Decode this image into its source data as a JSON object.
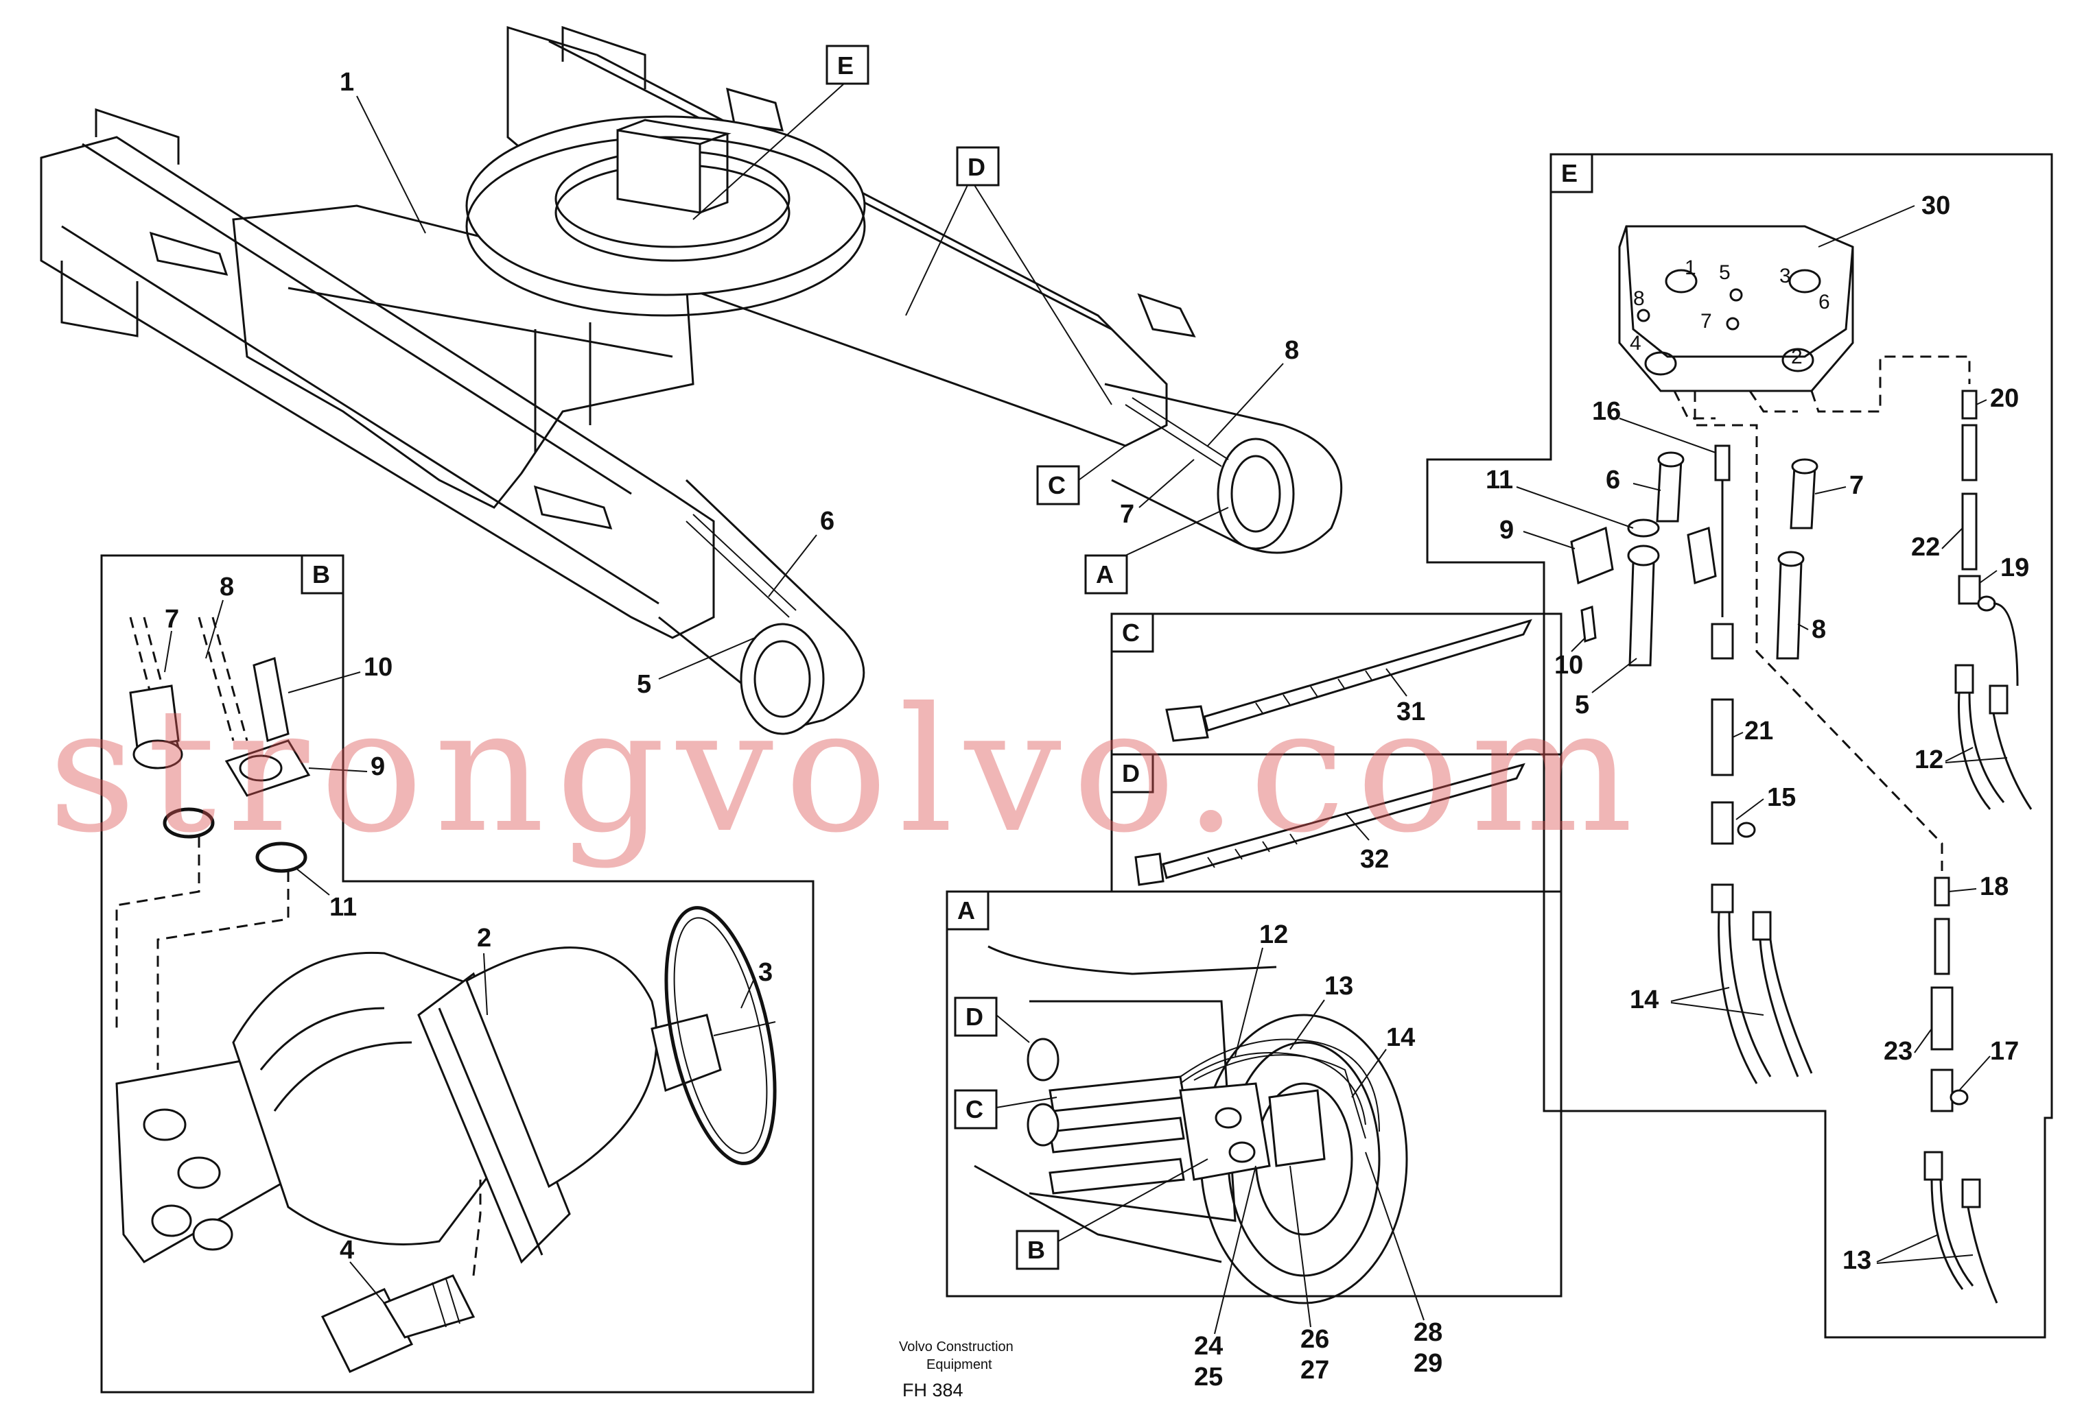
{
  "document": {
    "footer": {
      "company_line1": "Volvo Construction",
      "company_line2": "Equipment",
      "figure_code": "FH 384"
    },
    "watermark": "strongvolvo.com"
  },
  "views": {
    "A": "A",
    "B": "B",
    "C": "C",
    "D": "D",
    "E": "E"
  },
  "callouts": {
    "n1": "1",
    "n2": "2",
    "n3": "3",
    "n4": "4",
    "n5": "5",
    "n6": "6",
    "n7": "7",
    "n8": "8",
    "n9": "9",
    "n10": "10",
    "n11": "11",
    "n12": "12",
    "n13": "13",
    "n14": "14",
    "n15": "15",
    "n16": "16",
    "n17": "17",
    "n18": "18",
    "n19": "19",
    "n20": "20",
    "n21": "21",
    "n22": "22",
    "n23": "23",
    "n24": "24",
    "n25": "25",
    "n26": "26",
    "n27": "27",
    "n28": "28",
    "n29": "29",
    "n30": "30",
    "n31": "31",
    "n32": "32"
  },
  "block_ports": {
    "p1": "1",
    "p2": "2",
    "p3": "3",
    "p4": "4",
    "p5": "5",
    "p6": "6",
    "p7": "7",
    "p8": "8"
  }
}
